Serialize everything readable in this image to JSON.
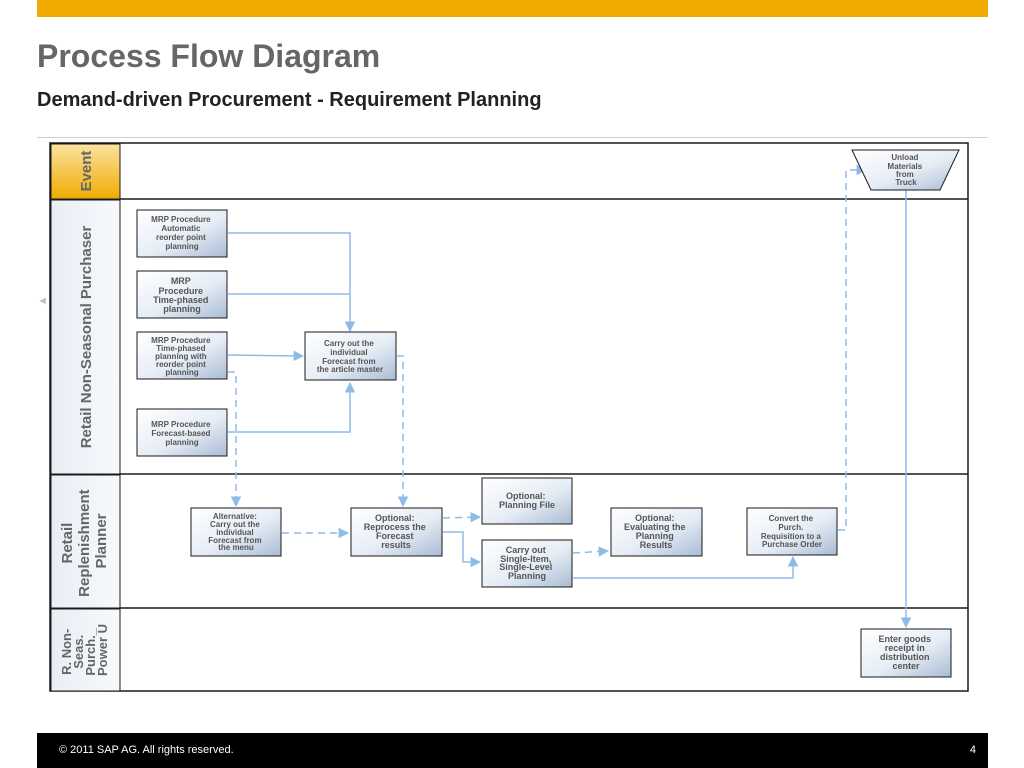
{
  "header": {
    "title": "Process Flow Diagram",
    "subtitle": "Demand-driven Procurement - Requirement Planning"
  },
  "lanes": [
    {
      "label_lines": [
        "Event"
      ]
    },
    {
      "label_lines": [
        "Retail Non-Seasonal Purchaser"
      ]
    },
    {
      "label_lines": [
        "Retail",
        "Replenishment",
        "Planner"
      ]
    },
    {
      "label_lines": [
        "R. Non-",
        "Seas.",
        "Purch._",
        "Power U"
      ]
    }
  ],
  "steps": {
    "unload": [
      "Unload",
      "Materials",
      "from",
      "Truck"
    ],
    "mrp_auto": [
      "MRP Procedure",
      "Automatic",
      "reorder point",
      "planning"
    ],
    "mrp_time": [
      "MRP",
      "Procedure",
      "Time-phased",
      "planning"
    ],
    "mrp_time_reorder": [
      "MRP Procedure",
      "Time-phased",
      "planning with",
      "reorder point",
      "planning"
    ],
    "forecast_master": [
      "Carry out the",
      "individual",
      "Forecast from",
      "the article master"
    ],
    "mrp_forecast": [
      "MRP Procedure",
      "Forecast-based",
      "planning"
    ],
    "alt_forecast_menu": [
      "Alternative:",
      "Carry out the",
      "individual",
      "Forecast from",
      "the menu"
    ],
    "reprocess_forecast": [
      "Optional:",
      "Reprocess the",
      "Forecast",
      "results"
    ],
    "planning_file": [
      "Optional:",
      "Planning File"
    ],
    "single_item": [
      "Carry out",
      "Single-Item,",
      "Single-Level",
      "Planning"
    ],
    "evaluate_results": [
      "Optional:",
      "Evaluating the",
      "Planning",
      "Results"
    ],
    "convert_purch": [
      "Convert the",
      "Purch.",
      "Requisition to a",
      "Purchase Order"
    ],
    "goods_receipt": [
      "Enter goods",
      "receipt in",
      "distribution",
      "center"
    ]
  },
  "footer": {
    "copyright": "©  2011 SAP AG. All rights reserved.",
    "page_number": "4"
  },
  "colors": {
    "accent": "#f0ab00",
    "connector": "#8fbbe8",
    "box_border": "#1a1a1a",
    "event_band": "#f3c24a",
    "lane_text": "#666666"
  }
}
